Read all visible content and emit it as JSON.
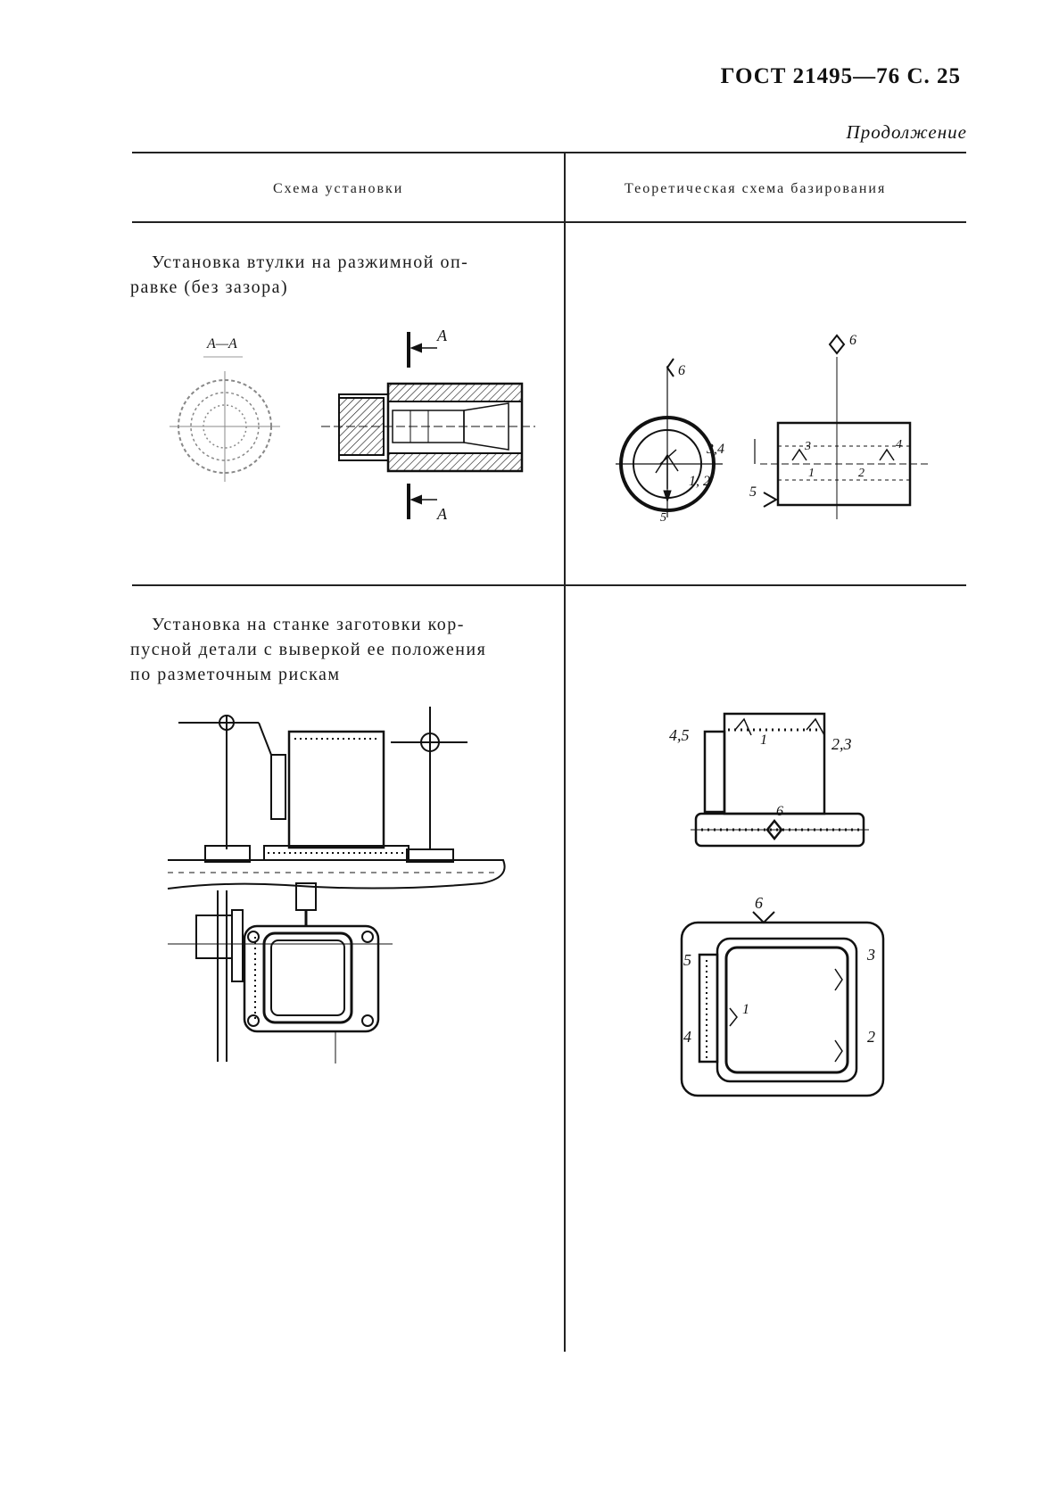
{
  "header": {
    "standard": "ГОСТ 21495—76",
    "page": "С. 25",
    "continuation": "Продолжение"
  },
  "table": {
    "columns": [
      "Схема установки",
      "Теоретическая схема базирования"
    ],
    "rows": [
      {
        "caption_lines": [
          "Установка втулки на разжимной оп-",
          "равке (без зазора)"
        ],
        "setup_labels": {
          "section": "А—А",
          "arrow_top": "А",
          "arrow_bottom": "А"
        },
        "basing_labels": {
          "n6_left": "6",
          "n34": "3,4",
          "n12": "1, 2",
          "n5_bottom": "5",
          "n6_right": "6",
          "n3": "3",
          "n4": "4",
          "n1": "1",
          "n2": "2",
          "n5_side": "5"
        }
      },
      {
        "caption_lines": [
          "Установка на станке заготовки кор-",
          "пусной детали с выверкой ее положения",
          "по разметочным рискам"
        ],
        "basing_labels": {
          "n45": "4,5",
          "n1": "1",
          "n23": "2,3",
          "n6_mid": "6",
          "n6_top": "6",
          "n5": "5",
          "n3": "3",
          "n1b": "1",
          "n4": "4",
          "n2": "2"
        }
      }
    ]
  }
}
